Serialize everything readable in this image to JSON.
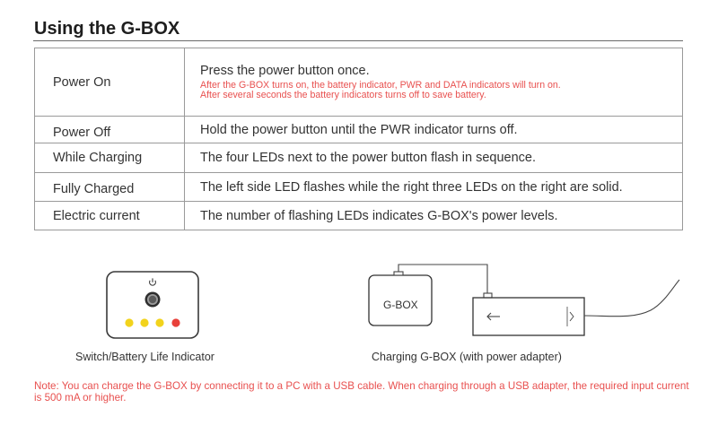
{
  "title": "Using the G-BOX",
  "rows": [
    {
      "label": "Power On",
      "desc": "Press the power button once.",
      "notes": [
        "After the G-BOX turns on, the battery indicator, PWR and DATA indicators will turn on.",
        "After several seconds the battery indicators turns off to save battery."
      ]
    },
    {
      "label": "Power Off",
      "desc": "Hold the power button until the PWR indicator turns off."
    },
    {
      "label": "While Charging",
      "desc": "The four LEDs next to the power button flash in sequence."
    },
    {
      "label": "Fully Charged",
      "desc": "The left side LED flashes while the right three LEDs on the right are solid."
    },
    {
      "label": "Electric current",
      "desc": "The number of flashing LEDs indicates G-BOX's power levels."
    }
  ],
  "figures": {
    "battery_caption": "Switch/Battery Life Indicator",
    "charging_caption": "Charging G-BOX (with power adapter)",
    "device_label": "G-BOX",
    "led_colors": [
      "#f2d31c",
      "#f2d31c",
      "#f2d31c",
      "#e8403a"
    ]
  },
  "note": "Note: You can charge the G-BOX by connecting it to a PC with a USB cable. When charging through a USB adapter, the required input current is 500 mA or higher.",
  "colors": {
    "accent_red": "#e8504f"
  }
}
